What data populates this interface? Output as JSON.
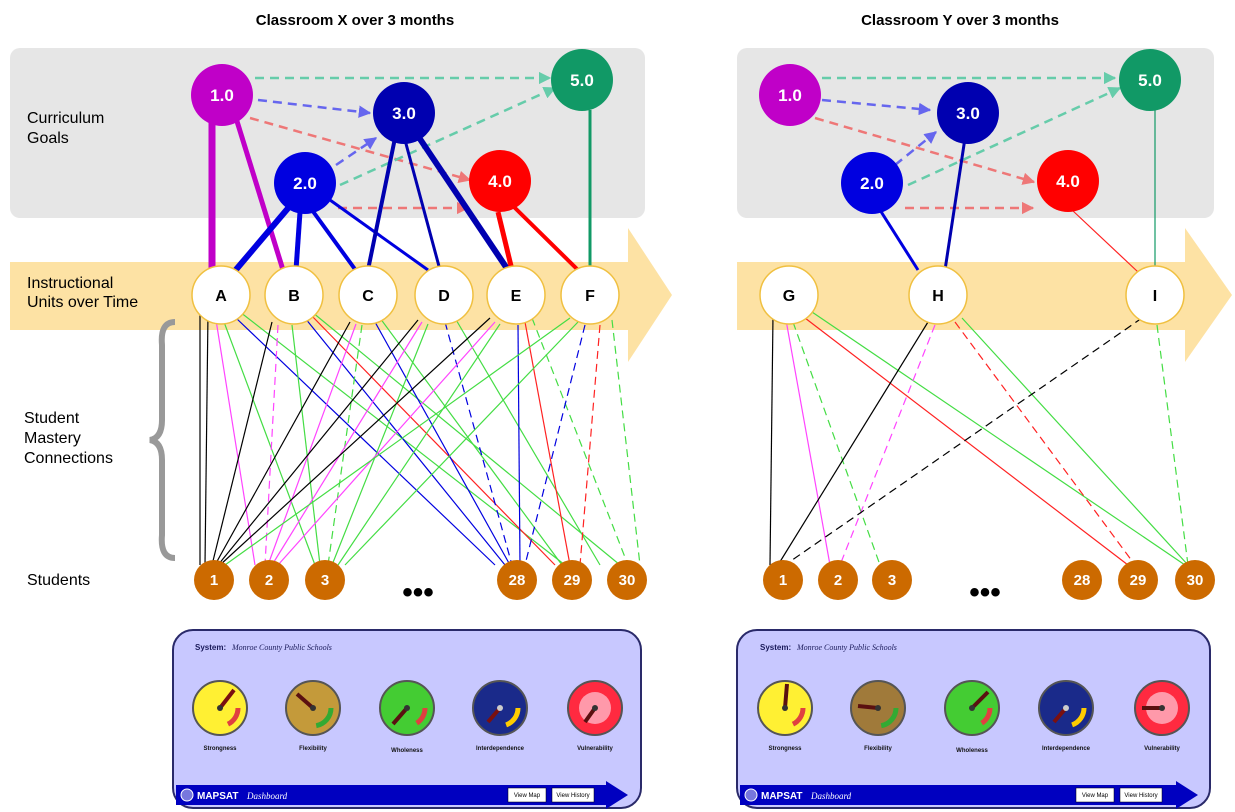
{
  "panels": [
    {
      "title": "Classroom X over 3 months",
      "goals": [
        {
          "label": "1.0",
          "color": "#c000c8"
        },
        {
          "label": "2.0",
          "color": "#0000e0"
        },
        {
          "label": "3.0",
          "color": "#0000b0"
        },
        {
          "label": "4.0",
          "color": "#ff0000"
        },
        {
          "label": "5.0",
          "color": "#119966"
        }
      ],
      "units": [
        "A",
        "B",
        "C",
        "D",
        "E",
        "F"
      ],
      "students": [
        "1",
        "2",
        "3",
        "28",
        "29",
        "30"
      ],
      "ellipsis": "•••",
      "dashboard": {
        "system_label": "System:",
        "system_value": "Monroe County Public Schools",
        "gauges": [
          "Strongness",
          "Flexibility",
          "Wholeness",
          "Interdependence",
          "Vulnerability"
        ],
        "brand": "MAPSAT",
        "brand_suffix": "Dashboard",
        "buttons": [
          "View Map",
          "View History"
        ]
      }
    },
    {
      "title": "Classroom Y over 3 months",
      "goals": [
        {
          "label": "1.0",
          "color": "#c000c8"
        },
        {
          "label": "2.0",
          "color": "#0000e0"
        },
        {
          "label": "3.0",
          "color": "#0000b0"
        },
        {
          "label": "4.0",
          "color": "#ff0000"
        },
        {
          "label": "5.0",
          "color": "#119966"
        }
      ],
      "units": [
        "G",
        "H",
        "I"
      ],
      "students": [
        "1",
        "2",
        "3",
        "28",
        "29",
        "30"
      ],
      "ellipsis": "•••",
      "dashboard": {
        "system_label": "System:",
        "system_value": "Monroe County Public Schools",
        "gauges": [
          "Strongness",
          "Flexibility",
          "Wholeness",
          "Interdependence",
          "Vulnerability"
        ],
        "brand": "MAPSAT",
        "brand_suffix": "Dashboard",
        "buttons": [
          "View Map",
          "View History"
        ]
      }
    }
  ],
  "row_labels": {
    "goals": [
      "Curriculum",
      "Goals"
    ],
    "units": [
      "Instructional",
      "Units over Time"
    ],
    "mastery": [
      "Student",
      "Mastery",
      "Connections"
    ],
    "students": "Students"
  },
  "colors": {
    "goal_band": "#e6e6e6",
    "time_arrow": "#fde2a4",
    "student_node": "#cc6a00",
    "dashboard_bg": "#c8c8ff",
    "dashboard_bar": "#0000c0"
  }
}
